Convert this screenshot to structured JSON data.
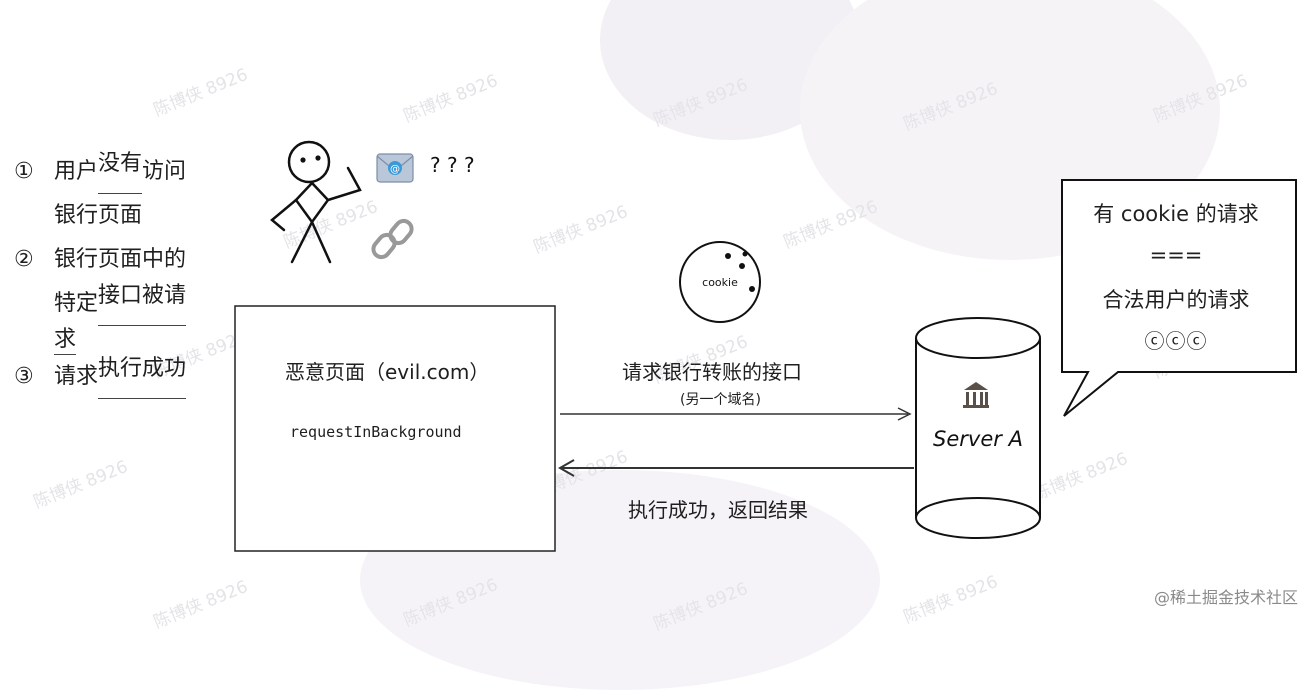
{
  "steps": [
    {
      "num": "①",
      "line1": "用户",
      "line1_ul": "没有",
      "line1_rest": "访问",
      "line2": "银行页面"
    },
    {
      "num": "②",
      "line1": "银行页面中的",
      "line2_a": "特定",
      "line2_ul": "接口",
      "line2_b": "被请",
      "line3": "求"
    },
    {
      "num": "③",
      "line1": "请求",
      "line1_ul": "执行成功"
    }
  ],
  "question_marks": "? ? ?",
  "cookie_label": "cookie",
  "evil_page": {
    "title": "恶意页面（evil.com）",
    "code": "requestInBackground"
  },
  "request_arrow": {
    "label": "请求银行转账的接口",
    "sub": "(另一个域名)"
  },
  "response_arrow": {
    "label": "执行成功，返回结果"
  },
  "server": {
    "label": "Server A",
    "icon": "bank-icon"
  },
  "bubble": {
    "line1": "有 cookie 的请求",
    "line2": "===",
    "line3": "合法用户的请求",
    "line4": "ⓒⓒⓒ"
  },
  "watermark_text": "陈博侠 8926",
  "brand": "@稀土掘金技术社区"
}
